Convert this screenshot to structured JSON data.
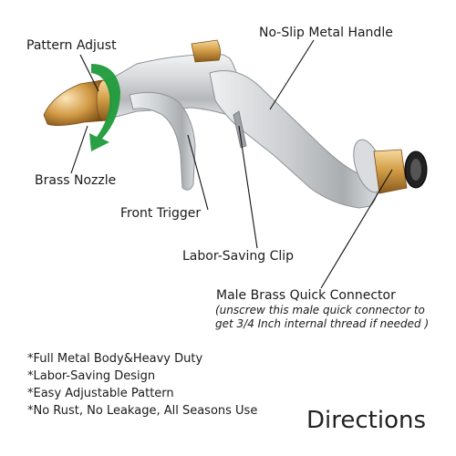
{
  "labels": {
    "pattern_adjust": "Pattern Adjust",
    "no_slip_handle": "No-Slip Metal Handle",
    "brass_nozzle": "Brass Nozzle",
    "front_trigger": "Front Trigger",
    "labor_saving_clip": "Labor-Saving Clip",
    "male_connector": "Male Brass Quick Connector"
  },
  "connector_note": [
    "(unscrew this male quick connector to",
    "get 3/4 Inch internal thread if needed )"
  ],
  "features": [
    "*Full Metal Body&Heavy Duty",
    "*Labor-Saving Design",
    "*Easy Adjustable Pattern",
    "*No Rust, No Leakage, All Seasons Use"
  ],
  "title": "Directions",
  "colors": {
    "metal": "#c9cbcd",
    "brass": "#d4a04a",
    "arrow_green": "#1f9a3a",
    "leader_line": "#111111"
  }
}
